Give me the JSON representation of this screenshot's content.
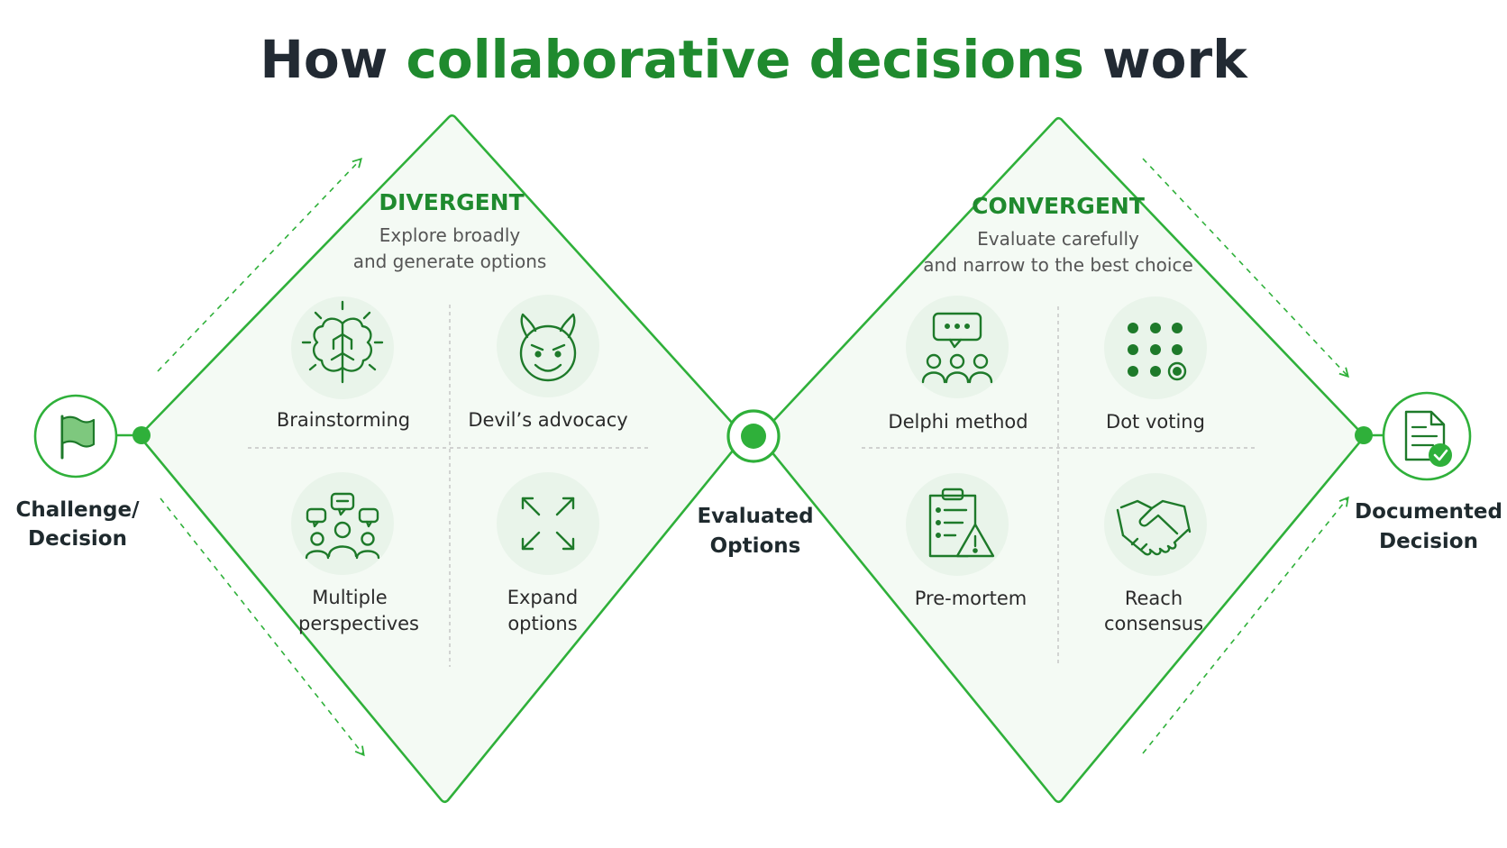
{
  "title": {
    "part1": "How ",
    "part2": "collaborative decisions",
    "part3": " work"
  },
  "colors": {
    "accent": "#1f8a2e",
    "outline": "#2fb03a",
    "title": "#222a33",
    "icon_bg": "#e9f4ea"
  },
  "start": {
    "line1": "Challenge/",
    "line2": "Decision",
    "icon": "flag-icon"
  },
  "middle": {
    "line1": "Evaluated",
    "line2": "Options"
  },
  "end": {
    "line1": "Documented",
    "line2": "Decision",
    "icon": "document-check-icon"
  },
  "divergent": {
    "title": "DIVERGENT",
    "subtitle1": "Explore broadly",
    "subtitle2": "and generate options",
    "items": [
      {
        "line1": "Brainstorming",
        "line2": "",
        "icon": "brain-icon"
      },
      {
        "line1": "Devil’s advocacy",
        "line2": "",
        "icon": "devil-icon"
      },
      {
        "line1": "Multiple",
        "line2": "perspectives",
        "icon": "people-speech-icon"
      },
      {
        "line1": "Expand",
        "line2": "options",
        "icon": "expand-arrows-icon"
      }
    ]
  },
  "convergent": {
    "title": "CONVERGENT",
    "subtitle1": "Evaluate carefully",
    "subtitle2": "and narrow to the best choice",
    "items": [
      {
        "line1": "Delphi method",
        "line2": "",
        "icon": "group-chat-icon"
      },
      {
        "line1": "Dot voting",
        "line2": "",
        "icon": "dots-grid-icon"
      },
      {
        "line1": "Pre-mortem",
        "line2": "",
        "icon": "clipboard-warning-icon"
      },
      {
        "line1": "Reach",
        "line2": "consensus",
        "icon": "handshake-icon"
      }
    ]
  }
}
